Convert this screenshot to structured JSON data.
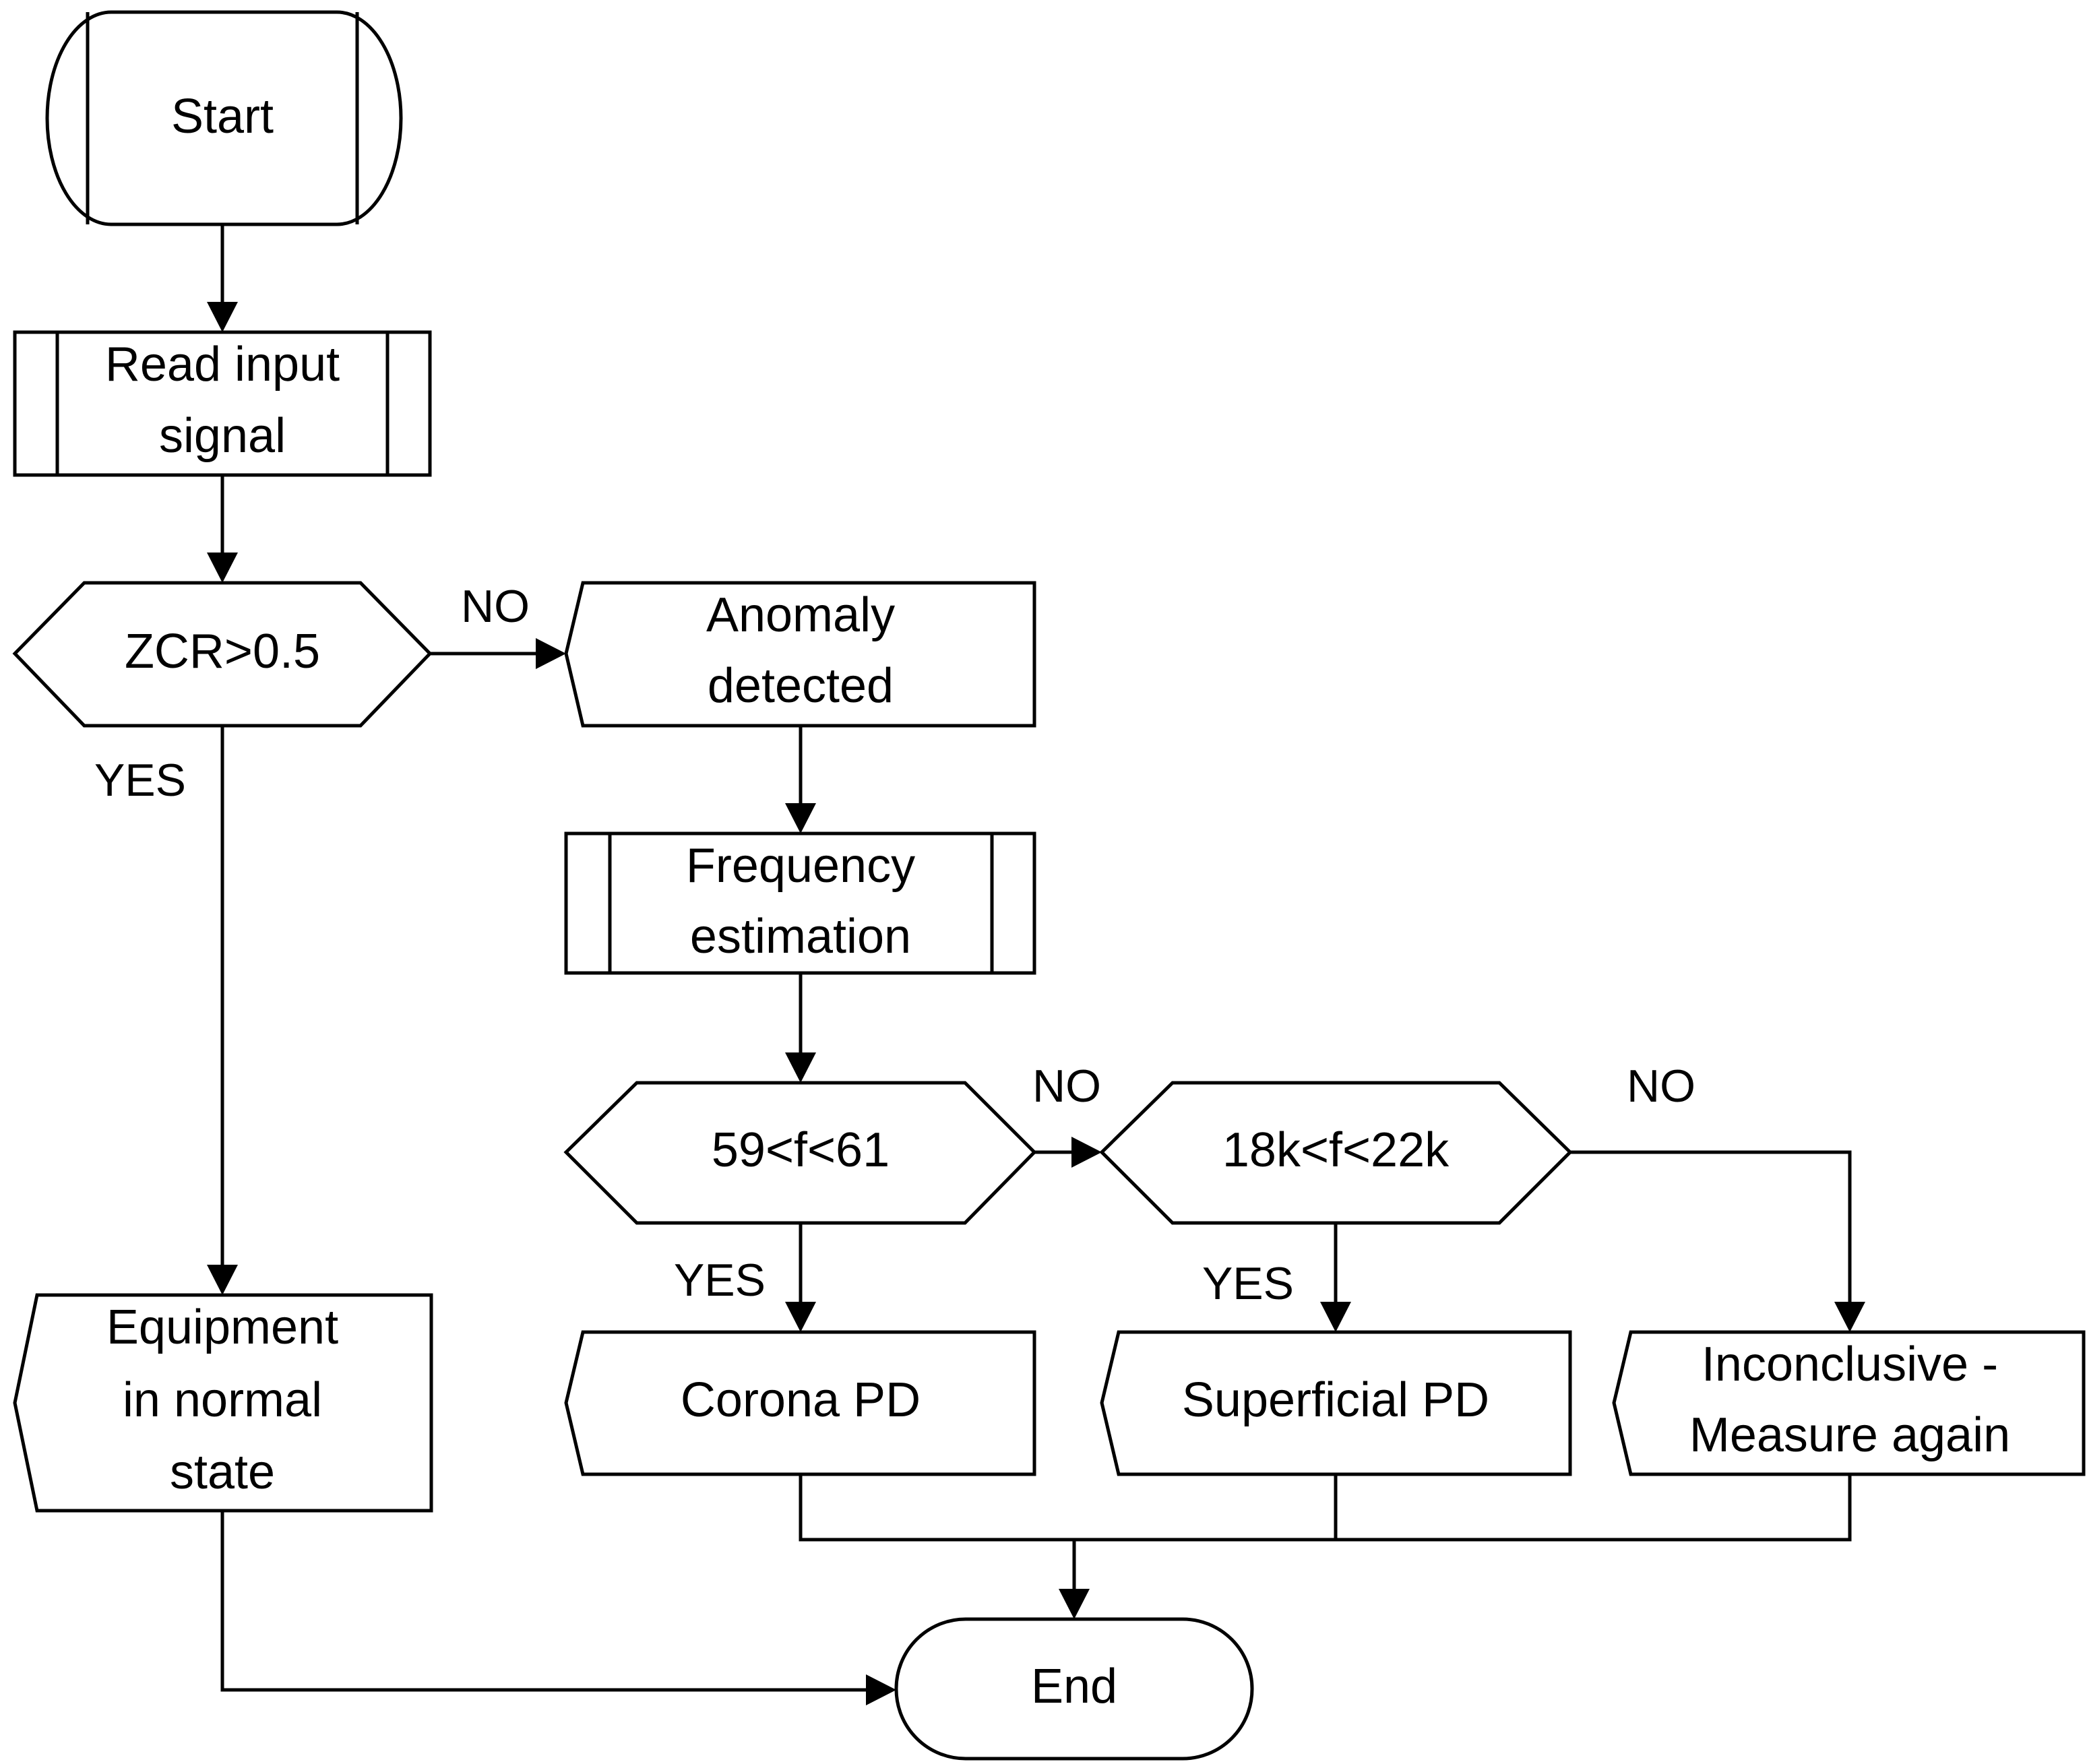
{
  "nodes": {
    "start": {
      "label": "Start"
    },
    "read_input": {
      "lines": [
        "Read input",
        "signal"
      ]
    },
    "zcr_decision": {
      "label": "ZCR>0.5"
    },
    "anomaly": {
      "lines": [
        "Anomaly",
        "detected"
      ]
    },
    "freq_est": {
      "lines": [
        "Frequency",
        "estimation"
      ]
    },
    "dec_59_61": {
      "label": "59<f<61"
    },
    "dec_18k_22k": {
      "label": "18k<f<22k"
    },
    "normal_state": {
      "lines": [
        "Equipment",
        "in normal",
        "state"
      ]
    },
    "corona": {
      "label": "Corona PD"
    },
    "superficial": {
      "label": "Superficial PD"
    },
    "inconclusive": {
      "lines": [
        "Inconclusive -",
        "Measure again"
      ]
    },
    "end": {
      "label": "End"
    }
  },
  "edge_labels": {
    "zcr_no": "NO",
    "zcr_yes": "YES",
    "f59_no": "NO",
    "f59_yes": "YES",
    "f18k_no": "NO",
    "f18k_yes": "YES"
  }
}
